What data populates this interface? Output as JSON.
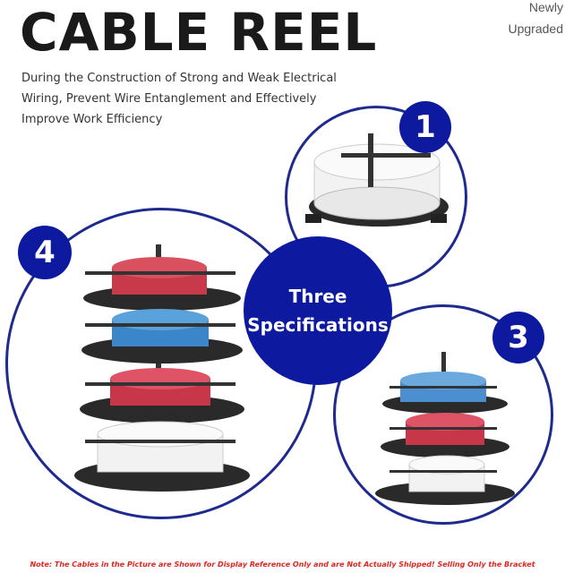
{
  "header": {
    "title": "CABLE REEL",
    "badge_line1": "Newly",
    "badge_line2": "Upgraded",
    "subtitle_line1": "During the Construction of Strong and Weak Electrical",
    "subtitle_line2": "Wiring, Prevent Wire Entanglement and Effectively",
    "subtitle_line3": "Improve Work Efficiency"
  },
  "center": {
    "line1": "Three",
    "line2": "Specifications"
  },
  "badges": {
    "one": "1",
    "three": "3",
    "four": "4"
  },
  "footer": {
    "note": "Note: The Cables in the Picture are Shown for Display Reference Only and are Not Actually Shipped! Selling Only the Bracket"
  },
  "colors": {
    "brand_blue": "#0d1aa0",
    "note_red": "#e0261f"
  }
}
